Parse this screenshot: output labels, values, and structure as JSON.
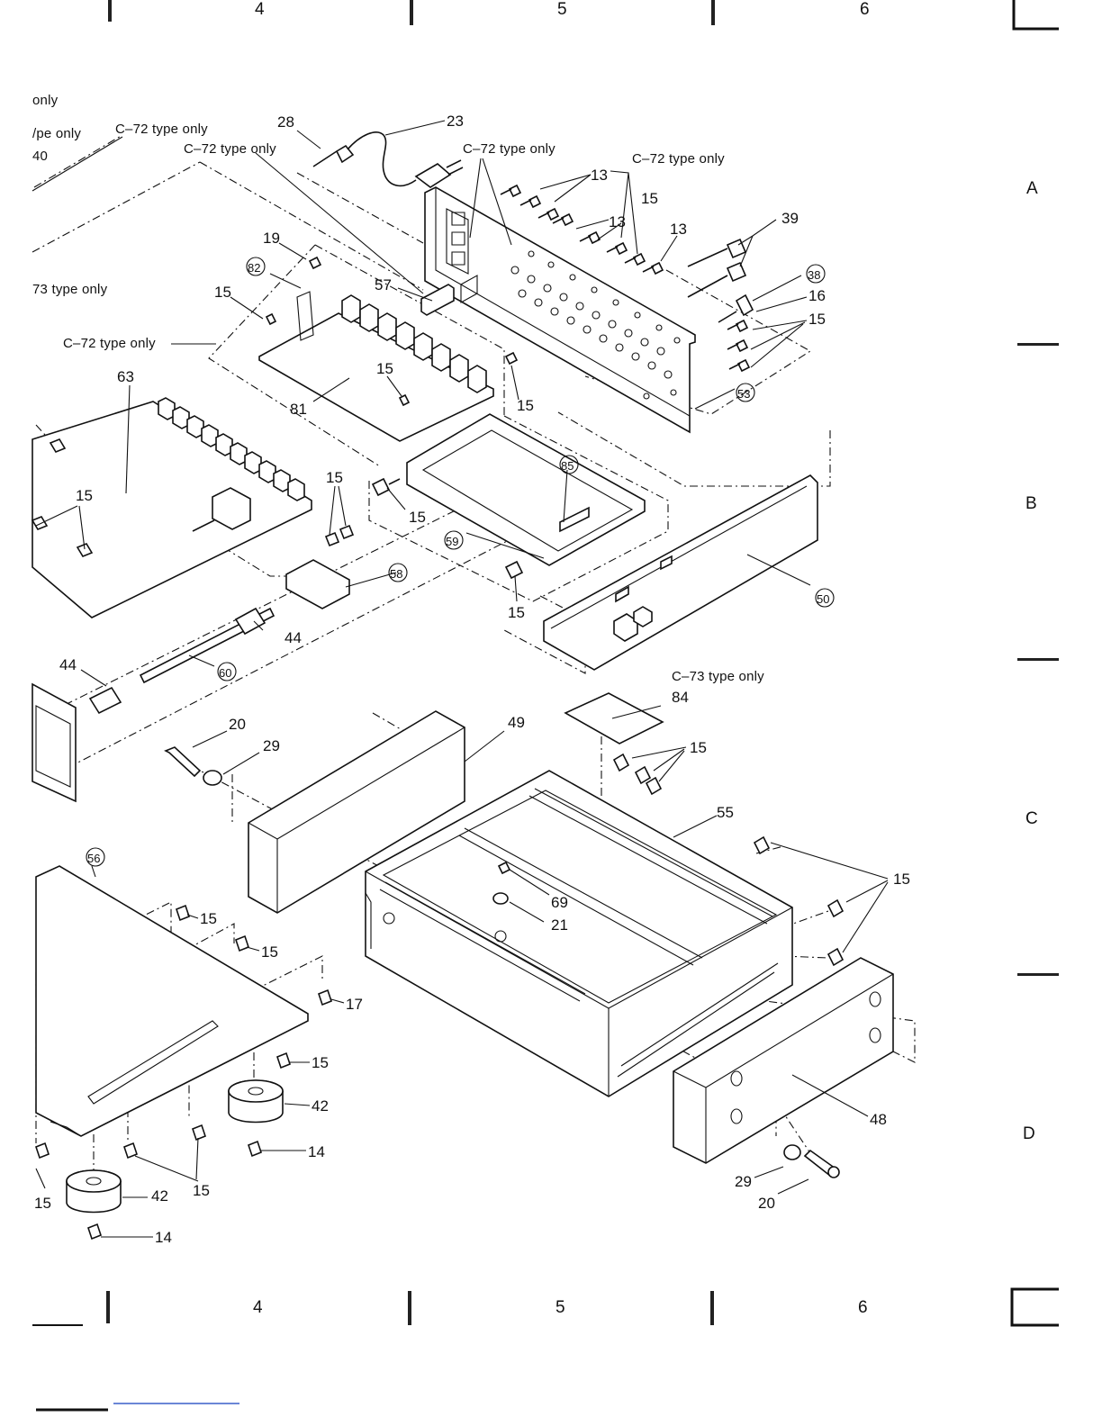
{
  "grid": {
    "columns": [
      "4",
      "5",
      "6"
    ],
    "rows": [
      "A",
      "B",
      "C",
      "D"
    ]
  },
  "notes": {
    "n_only": "only",
    "n_ype_only": "/pe only",
    "n_40": "40",
    "n_c72_a": "C–72 type only",
    "n_c72_b": "C–72 type only",
    "n_c72_c": "C–72 type only",
    "n_c72_d": "C–72 type only",
    "n_c72_e": "C–72 type only",
    "n_73": "73 type only",
    "n_c73": "C–73 type only"
  },
  "parts": {
    "p28": "28",
    "p23": "23",
    "p13a": "13",
    "p13b": "13",
    "p13c": "13",
    "p15a": "15",
    "p39": "39",
    "p38": "38",
    "p16": "16",
    "p15b": "15",
    "p19": "19",
    "p82": "82",
    "p57": "57",
    "p15c": "15",
    "p81": "81",
    "p15d": "15",
    "p15e": "15",
    "p53": "53",
    "p63": "63",
    "p15f": "15",
    "p15g": "15",
    "p85": "85",
    "p15h": "15",
    "p59": "59",
    "p15i": "15",
    "p50": "50",
    "p58": "58",
    "p15j": "15",
    "p44a": "44",
    "p44b": "44",
    "p60": "60",
    "p84": "84",
    "p20a": "20",
    "p29a": "29",
    "p49": "49",
    "p15k": "15",
    "p55": "55",
    "p56": "56",
    "p15l": "15",
    "p69": "69",
    "p21": "21",
    "p15m": "15",
    "p15n": "15",
    "p17": "17",
    "p15o": "15",
    "p42a": "42",
    "p48": "48",
    "p14a": "14",
    "p15p": "15",
    "p29b": "29",
    "p20b": "20",
    "p42b": "42",
    "p15q": "15",
    "p14b": "14"
  }
}
